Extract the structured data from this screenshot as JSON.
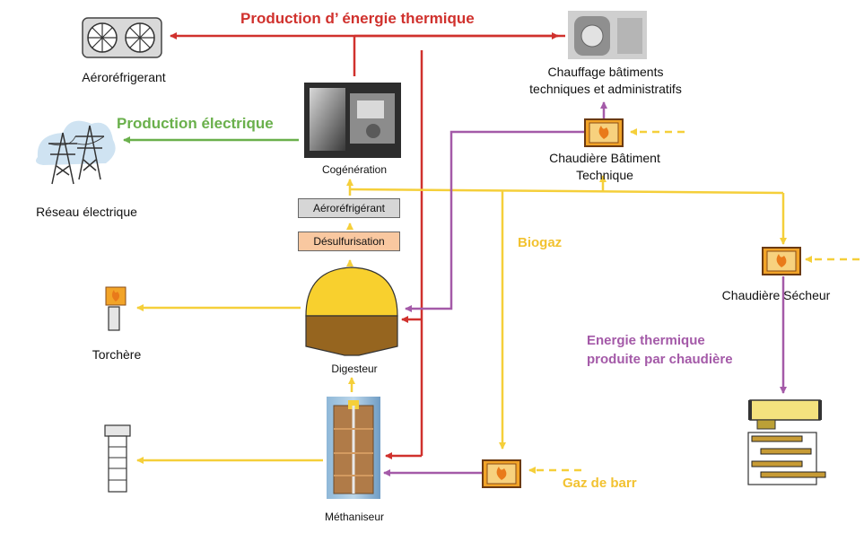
{
  "flows": {
    "thermal_label": "Production d’ énergie thermique",
    "electric_label": "Production électrique",
    "biogas_label": "Biogaz",
    "boiler_heat_label_line1": "Energie thermique",
    "boiler_heat_label_line2": "produite par chaudière",
    "gas_label": "Gaz de barr"
  },
  "components": {
    "aerorefrigerant_top": "Aéroréfrigerant",
    "heating_line1": "Chauffage bâtiments",
    "heating_line2": "techniques et administratifs",
    "cogeneration": "Cogénération",
    "grid": "Réseau électrique",
    "boiler_building_line1": "Chaudière Bâtiment",
    "boiler_building_line2": "Technique",
    "aerorefrigerant_box": "Aéroréfrigérant",
    "desulfurisation_box": "Désulfurisation",
    "dryer_boiler": "Chaudière Sécheur",
    "flare": "Torchère",
    "digester": "Digesteur",
    "methanizer": "Méthaniseur"
  },
  "colors": {
    "thermal": "#d0312d",
    "electric": "#6ab04c",
    "biogas": "#f5cf3a",
    "boiler": "#a45aa8",
    "biogas_text": "#f2c230",
    "boiler_text": "#a45aa8"
  }
}
